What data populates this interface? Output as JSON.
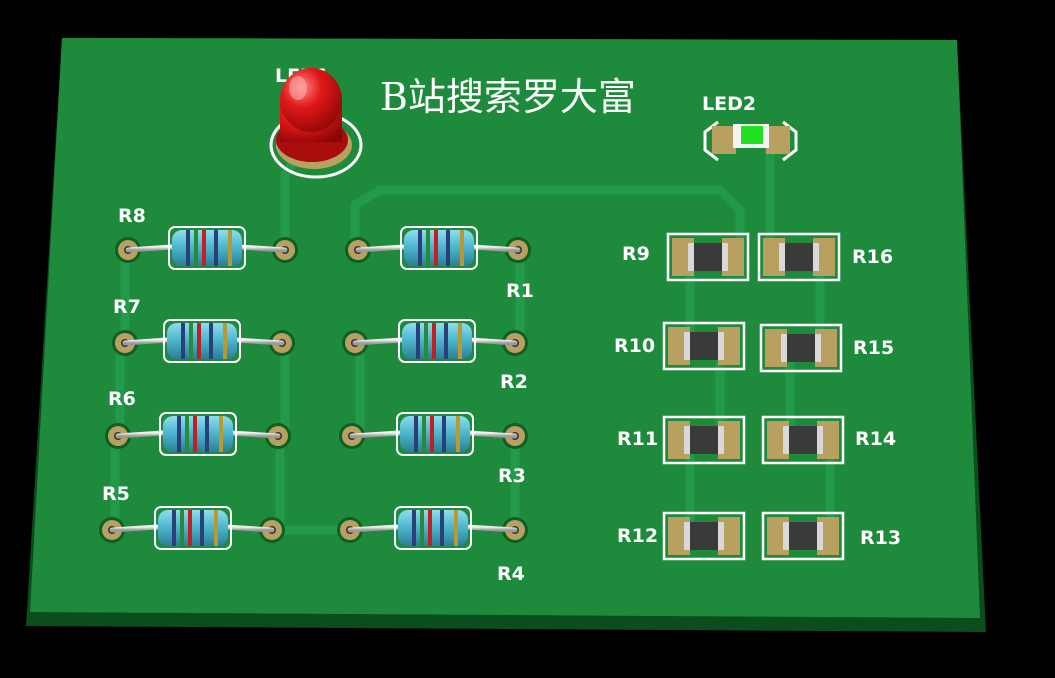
{
  "board": {
    "title": "B站搜索罗大富",
    "colors": {
      "board_top": "#1e8a3c",
      "board_edge": "#0f5a24",
      "trace": "#23994a",
      "pad": "#b8a060",
      "silk": "#ffffff"
    }
  },
  "leds": [
    {
      "ref": "LED1",
      "kind": "5mm-through-hole",
      "color": "#e01010"
    },
    {
      "ref": "LED2",
      "kind": "smd-0805",
      "color": "#22e022"
    }
  ],
  "through_hole_resistors": [
    {
      "ref": "R1",
      "body_color": "#4fb8d0"
    },
    {
      "ref": "R2",
      "body_color": "#4fb8d0"
    },
    {
      "ref": "R3",
      "body_color": "#4fb8d0"
    },
    {
      "ref": "R4",
      "body_color": "#4fb8d0"
    },
    {
      "ref": "R5",
      "body_color": "#4fb8d0"
    },
    {
      "ref": "R6",
      "body_color": "#4fb8d0"
    },
    {
      "ref": "R7",
      "body_color": "#4fb8d0"
    },
    {
      "ref": "R8",
      "body_color": "#4fb8d0"
    }
  ],
  "smd_resistors": [
    {
      "ref": "R9"
    },
    {
      "ref": "R10"
    },
    {
      "ref": "R11"
    },
    {
      "ref": "R12"
    },
    {
      "ref": "R13"
    },
    {
      "ref": "R14"
    },
    {
      "ref": "R15"
    },
    {
      "ref": "R16"
    }
  ]
}
